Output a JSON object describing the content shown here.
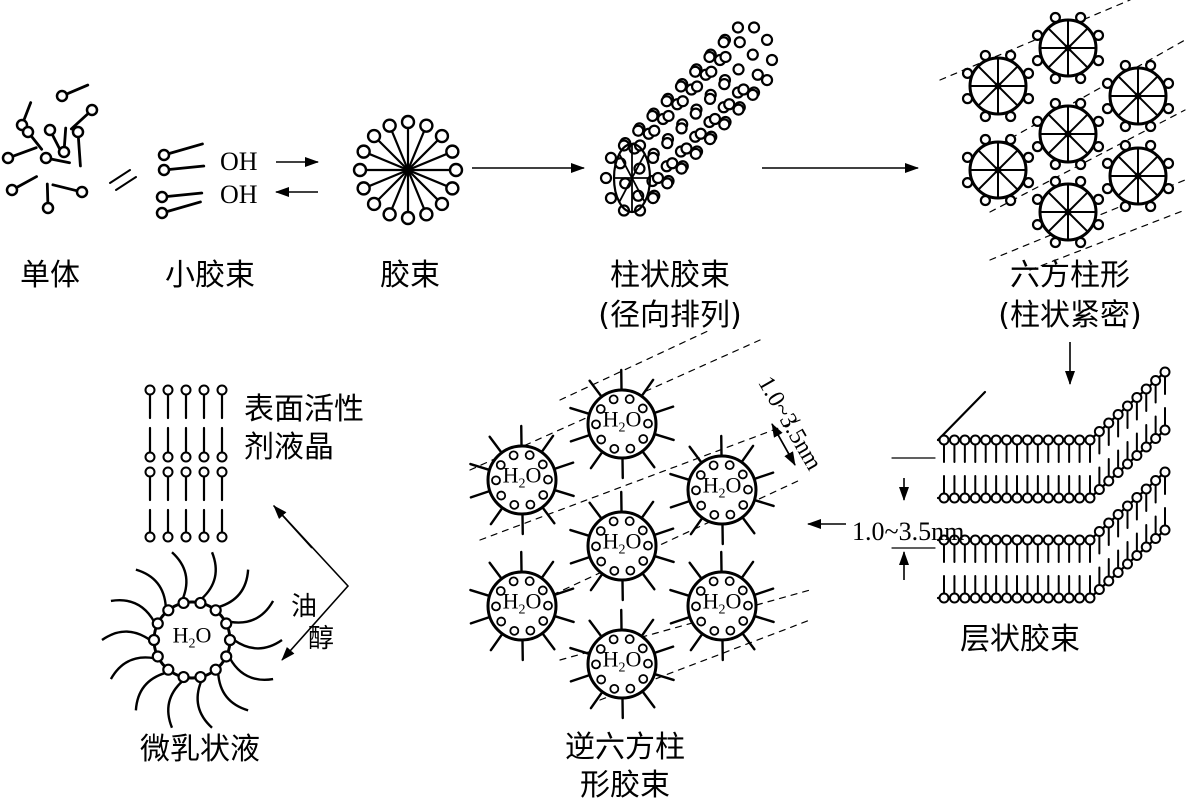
{
  "labels": {
    "monomer": "单体",
    "small_micelle": "小胶束",
    "micelle": "胶束",
    "rod_micelle_1": "柱状胶束",
    "rod_micelle_2": "(径向排列)",
    "hexagonal_1": "六方柱形",
    "hexagonal_2": "(柱状紧密)",
    "lamellar": "层状胶束",
    "reverse_hex_1": "逆六方柱",
    "reverse_hex_2": "形胶束",
    "liquid_crystal_1": "表面活性",
    "liquid_crystal_2": "剂液晶",
    "microemulsion": "微乳状液",
    "oil": "油",
    "alcohol": "醇"
  },
  "text": {
    "oh": "OH",
    "spacing": "1.0~3.5nm",
    "water_main": "H",
    "water_sub": "2",
    "water_tail": "O"
  }
}
